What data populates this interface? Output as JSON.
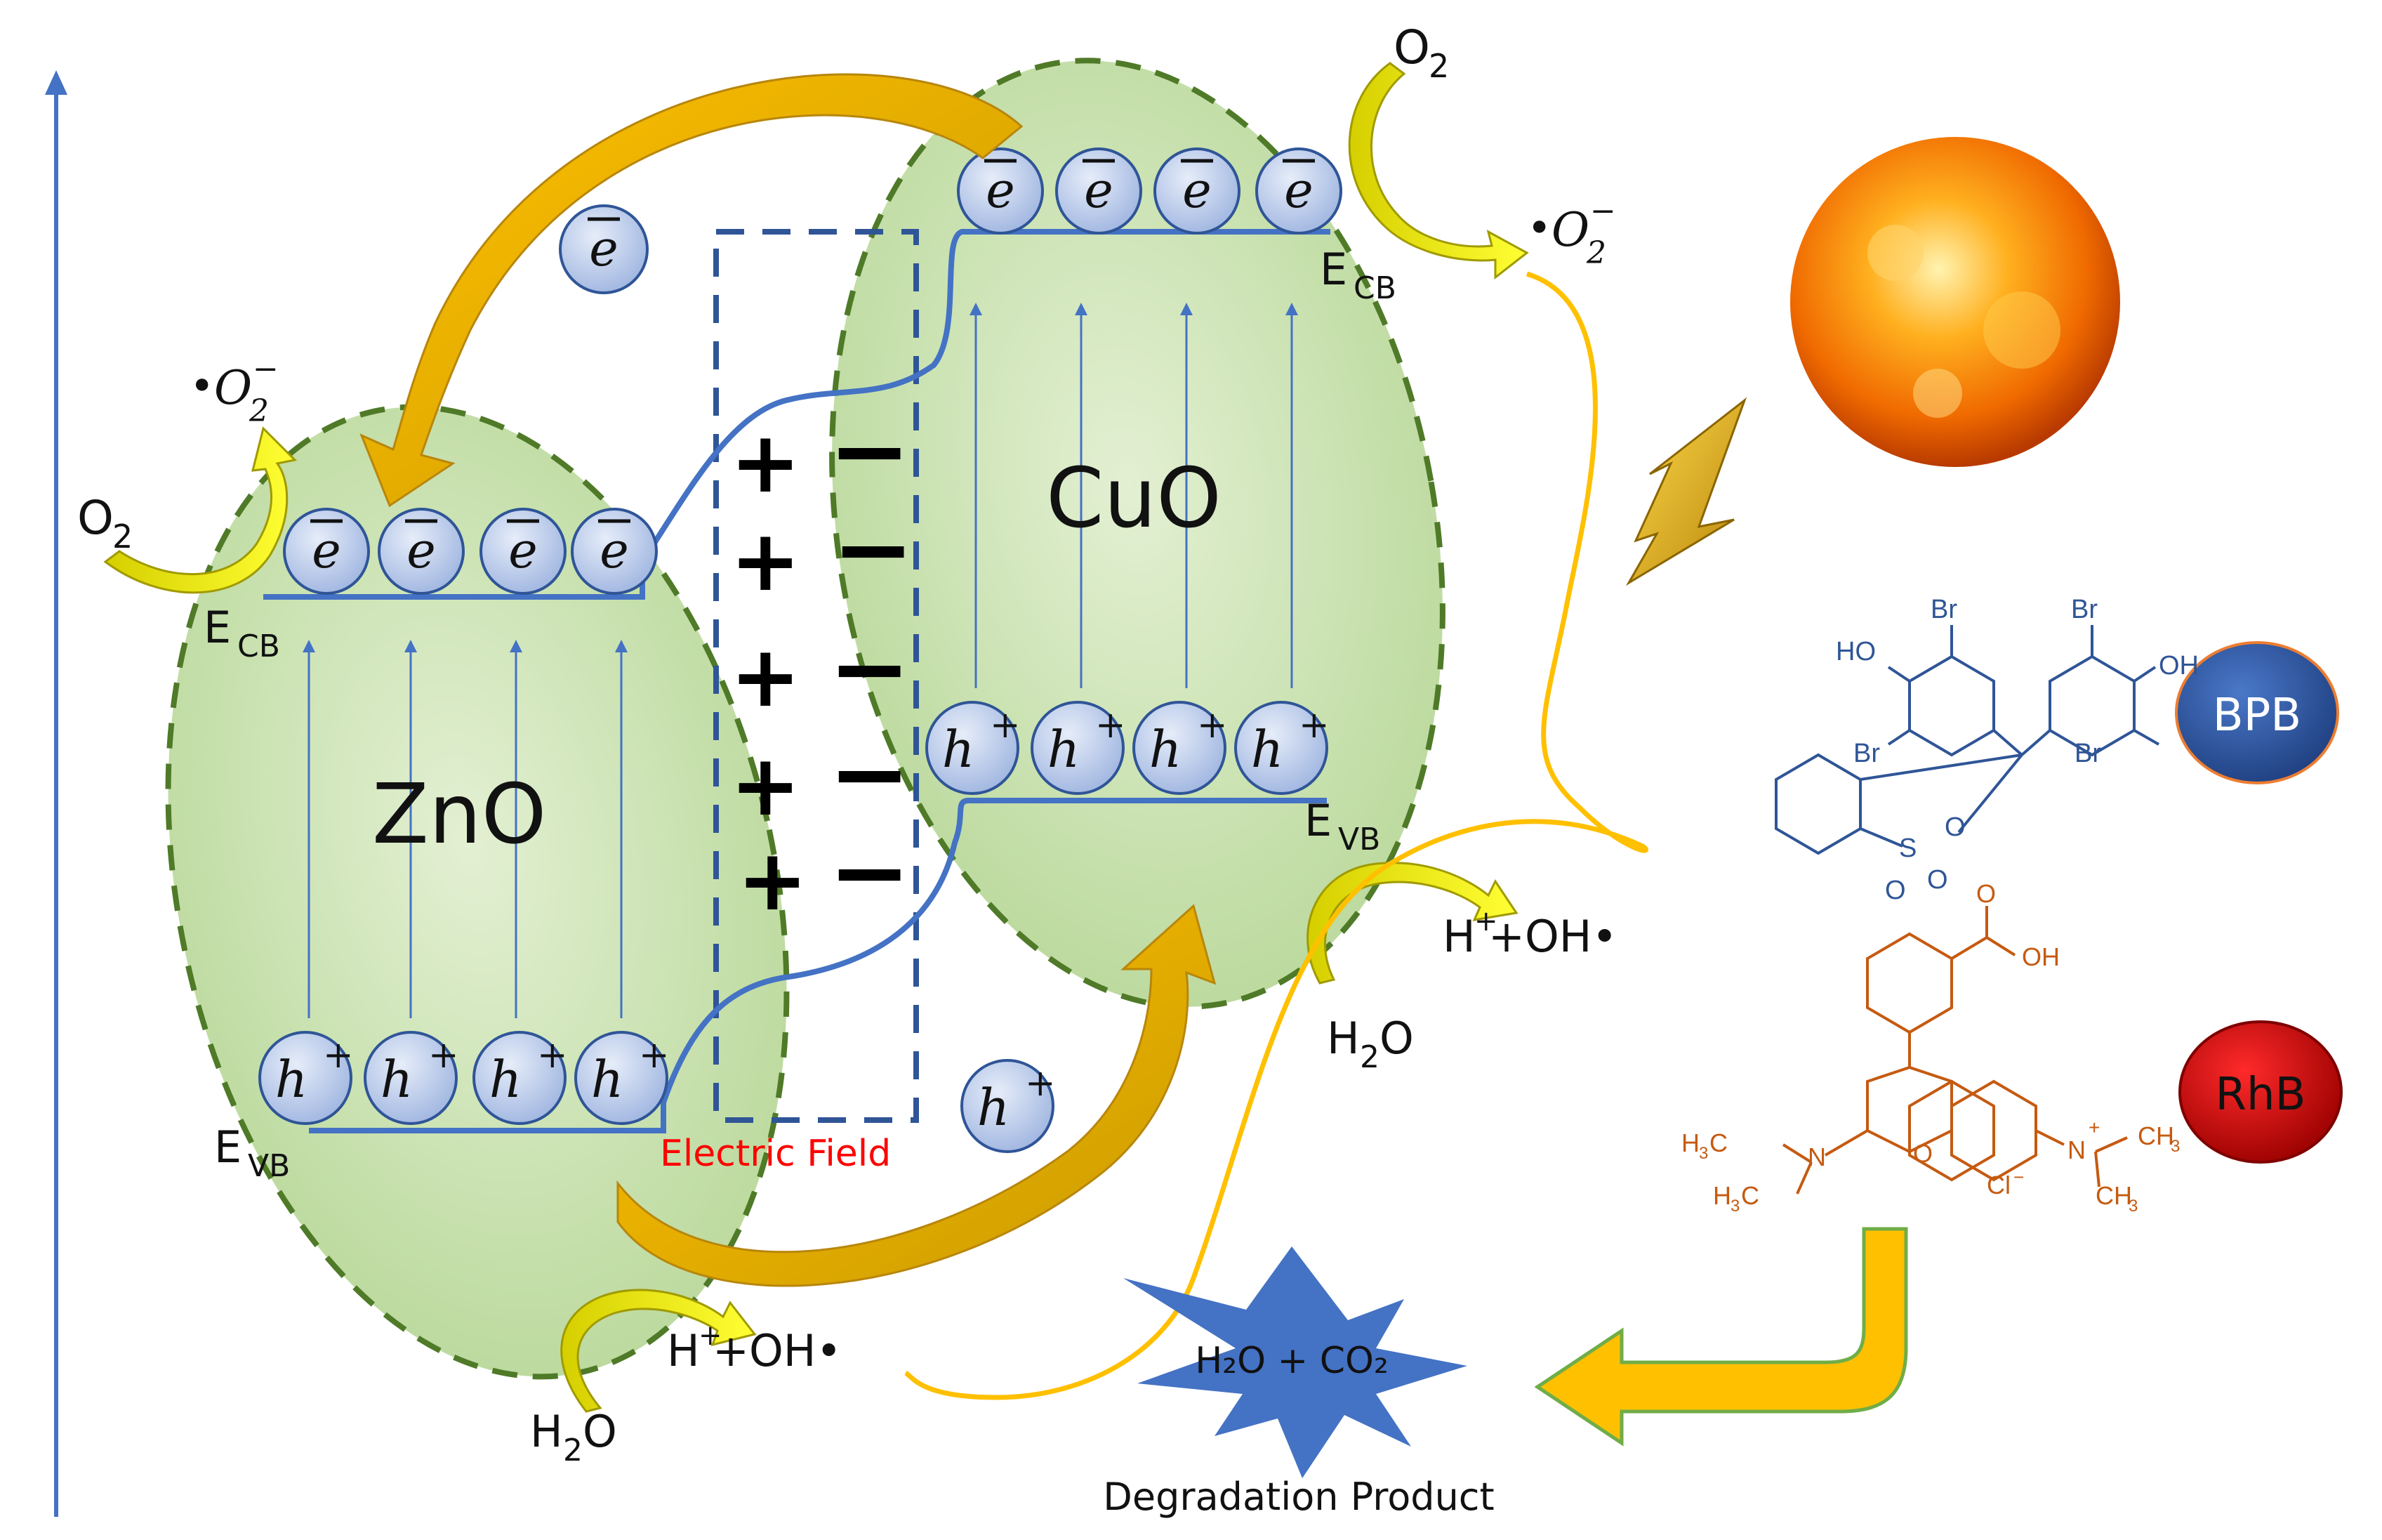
{
  "materials": {
    "left": "ZnO",
    "right": "CuO"
  },
  "bands": {
    "ecb": {
      "main": "E",
      "sub": "CB"
    },
    "evb": {
      "main": "E",
      "sub": "VB"
    }
  },
  "carriers": {
    "electron_bar": "e",
    "hole": "h",
    "hole_sup": "+"
  },
  "species": {
    "o2": {
      "main": "O",
      "sub": "2"
    },
    "superoxide": {
      "dot": "•",
      "main": "O",
      "sub": "2",
      "sup": "−"
    },
    "h2o": {
      "main": "H",
      "sub": "2",
      "rest": "O"
    },
    "hydroxyl": {
      "h": "H",
      "sup": "+",
      "rest": "+OH•"
    }
  },
  "electric_field_label": "Electric Field",
  "field_signs": {
    "plus": "+",
    "minus": "−"
  },
  "products": {
    "star_text": "H₂O + CO₂",
    "label": "Degradation Product"
  },
  "dyes": {
    "bpb": {
      "badge": "BPB",
      "color": "#2f5597"
    },
    "rhb": {
      "badge": "RhB",
      "color": "#c00000"
    }
  },
  "bpb_structure": {
    "br": "Br",
    "ho": "HO",
    "oh": "OH",
    "o": "O",
    "s": "S"
  },
  "rhb_structure": {
    "oh": "OH",
    "o": "O",
    "n": "N",
    "nplus": "+",
    "ch3": "CH",
    "ch3sub": "3",
    "h3c": "H",
    "h3csub": "3",
    "h3crest": "C",
    "cl": "Cl",
    "clsup": "−"
  },
  "colors": {
    "ellipse_fill": "#cfe5b8",
    "ellipse_stroke": "#4f7a28",
    "band_line": "#4472c4",
    "carrier_fill": "#b4c6e7",
    "arrow_orange": "#f2b705",
    "arrow_yellow": "#f0e500",
    "field_text": "#ff0000",
    "star": "#4472c4",
    "bpb_ink": "#2f5597",
    "rhb_ink": "#c55a11"
  }
}
